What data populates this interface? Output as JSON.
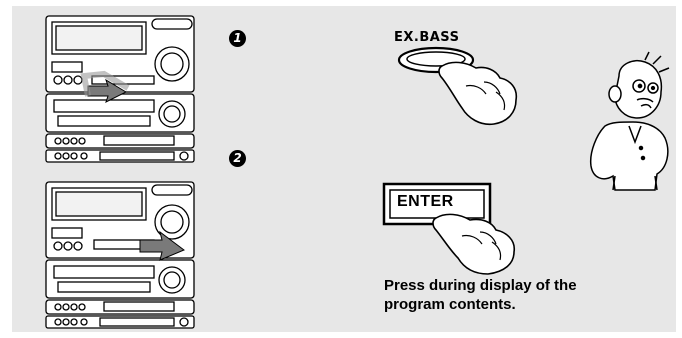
{
  "steps": [
    {
      "number": "1",
      "button_label": "EX.BASS"
    },
    {
      "number": "2",
      "button_label": "ENTER"
    }
  ],
  "caption": {
    "line1": "Press during display of the",
    "line2": "program contents."
  },
  "colors": {
    "panel": "#e7e7e7",
    "ink": "#000000",
    "arrow": "#7a7a7a"
  },
  "icons": [
    "stereo-system-icon",
    "pointing-hand-icon",
    "surprised-man-icon"
  ]
}
